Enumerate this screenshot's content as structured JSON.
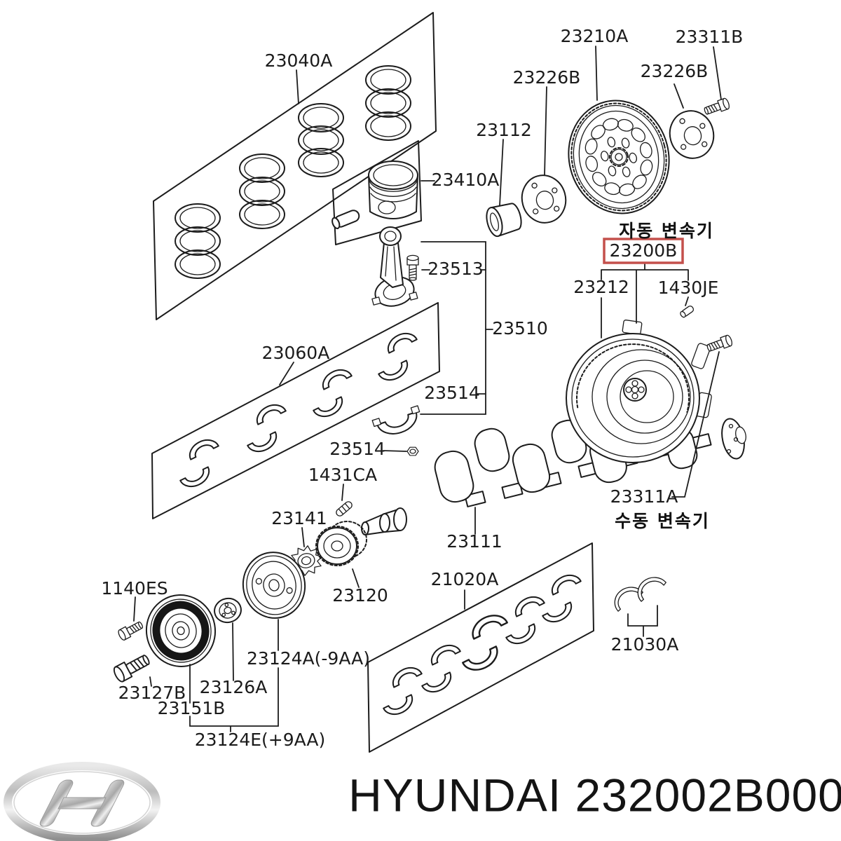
{
  "labels": {
    "piston_ring_set": "23040A",
    "drive_plate": "23210A",
    "drive_plate_bolt": "23311B",
    "adapter_plate_left": "23226B",
    "adapter_plate_right": "23226B",
    "pilot_bushing": "23112",
    "piston": "23410A",
    "rod_bolt": "23513",
    "connecting_rod": "23510",
    "rod_bearing_set": "23060A",
    "rod_cap": "23514",
    "rod_cap_nut": "23514",
    "dowel_pin": "1431CA",
    "sprocket": "23141",
    "crankshaft": "23111",
    "crank_gear": "23120",
    "main_bearing_set": "21020A",
    "converter_bolt": "23311A",
    "thrust_washer_set": "21030A",
    "pulley_bolt": "1140ES",
    "crank_bolt": "23127B",
    "crank_pulley": "23151B",
    "pulley_hub": "23126A",
    "pulley_early": "23124A(-9AA)",
    "pulley_late": "23124E(+9AA)",
    "converter_ring_gear": "23212",
    "converter_pin": "1430JE"
  },
  "highlighted_part": {
    "number": "23200B",
    "box_color": "#c4504c"
  },
  "captions": {
    "automatic_transmission": "자동 변속기",
    "manual_transmission": "수동 변속기"
  },
  "footer": {
    "brand_text": "HYUNDAI 232002B000"
  }
}
